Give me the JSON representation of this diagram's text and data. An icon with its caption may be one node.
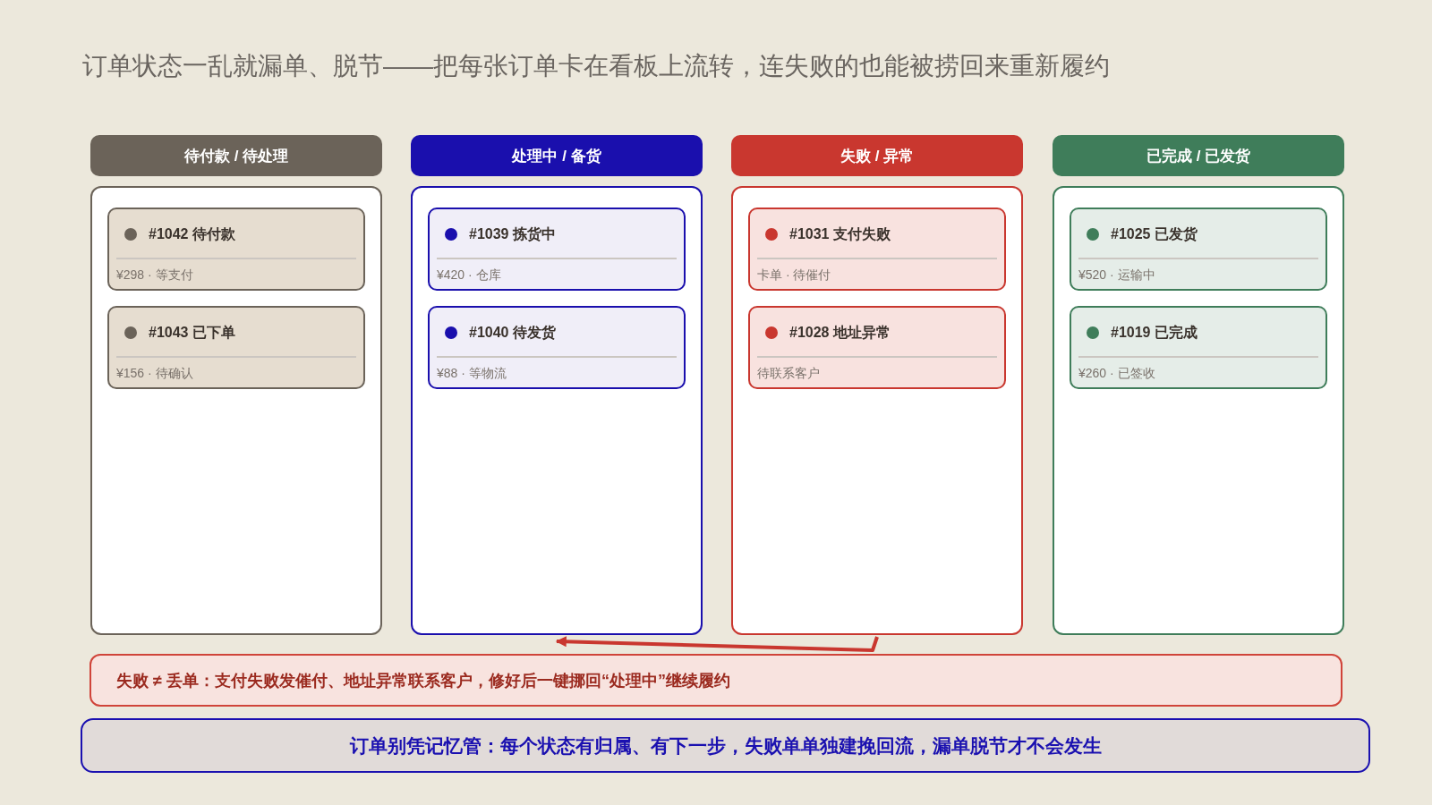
{
  "diagram": {
    "title": "订单状态一乱就漏单、脱节——把每张订单卡在看板上流转，连失败的也能被捞回来重新履约",
    "nodes": [
      {
        "text": [
          "待付款 / 待处理"
        ]
      },
      {
        "text": [],
        "shape": "box"
      },
      {
        "text": [
          "#1042 待付款",
          "¥298 · 等支付"
        ],
        "in": 1
      },
      {
        "text": [
          "#1043 已下单",
          "¥156 · 待确认"
        ],
        "in": 1
      },
      {
        "text": [
          "处理中 / 备货"
        ]
      },
      {
        "text": [],
        "shape": "box"
      },
      {
        "text": [
          "#1039 拣货中",
          "¥420 · 仓库"
        ],
        "in": 5
      },
      {
        "text": [
          "#1040 待发货",
          "¥88 · 等物流"
        ],
        "in": 5
      },
      {
        "text": [
          "失败 / 异常"
        ]
      },
      {
        "text": [],
        "shape": "box"
      },
      {
        "text": [
          "#1031 支付失败",
          "卡单 · 待催付"
        ],
        "in": 9
      },
      {
        "text": [
          "#1028 地址异常",
          "待联系客户"
        ],
        "in": 9
      },
      {
        "text": [
          "已完成 / 已发货"
        ]
      },
      {
        "text": [],
        "shape": "box"
      },
      {
        "text": [
          "#1025 已发货",
          "¥520 · 运输中"
        ],
        "in": 13
      },
      {
        "text": [
          "#1019 已完成",
          "¥260 · 已签收"
        ],
        "in": 13
      },
      {
        "text": [
          "失败 ≠ 丢单：支付失败发催付、地址异常联系客户，修好后一键挪回“处理中”继续履约"
        ]
      },
      {
        "text": [
          "订单别凭记忆管：每个状态有归属、有下一步，失败单单独建挽回流，漏单脱节才不会发生"
        ]
      }
    ],
    "edges": [
      {
        "from": 9,
        "to": 5,
        "arrow": "to",
        "color": "#c9372f"
      }
    ]
  }
}
